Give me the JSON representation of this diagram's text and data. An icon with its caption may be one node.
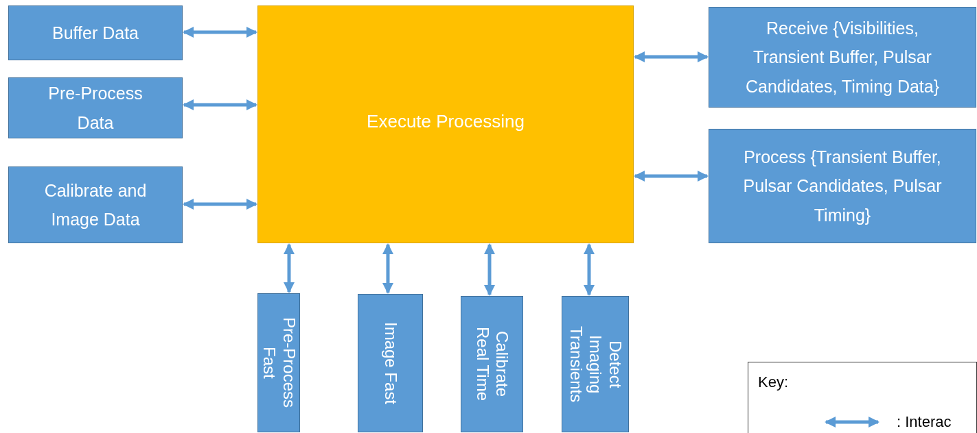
{
  "diagram": {
    "nodes": [
      {
        "text": [
          "Buffer Data"
        ]
      },
      {
        "text": [
          "Pre-Process Data"
        ]
      },
      {
        "text": [
          "Calibrate and Image Data"
        ]
      },
      {
        "text": [
          "Execute Processing"
        ]
      },
      {
        "text": [
          "Receive {Visibilities, Transient Buffer, Pulsar Candidates, Timing Data}"
        ]
      },
      {
        "text": [
          "Process {Transient Buffer, Pulsar Candidates, Pulsar Timing}"
        ]
      },
      {
        "text": [
          "Pre-Process Fast"
        ]
      },
      {
        "text": [
          "Image Fast"
        ]
      },
      {
        "text": [
          "Calibrate Real Time"
        ]
      },
      {
        "text": [
          "Detect Imaging Transients"
        ]
      }
    ],
    "edges": [
      {
        "from": 0,
        "to": 3,
        "arrow": "both"
      },
      {
        "from": 1,
        "to": 3,
        "arrow": "both"
      },
      {
        "from": 2,
        "to": 3,
        "arrow": "both"
      },
      {
        "from": 3,
        "to": 4,
        "arrow": "both"
      },
      {
        "from": 3,
        "to": 5,
        "arrow": "both"
      },
      {
        "from": 3,
        "to": 6,
        "arrow": "both"
      },
      {
        "from": 3,
        "to": 7,
        "arrow": "both"
      },
      {
        "from": 3,
        "to": 8,
        "arrow": "both"
      },
      {
        "from": 3,
        "to": 9,
        "arrow": "both"
      }
    ],
    "labels": [
      "Key:"
    ],
    "legend": [
      {
        "text": ": Interac"
      }
    ]
  }
}
